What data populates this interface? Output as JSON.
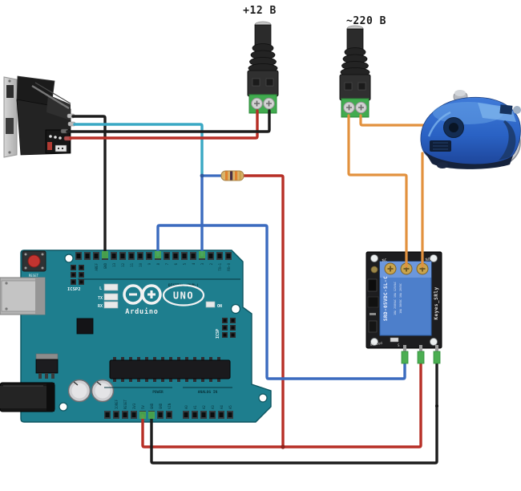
{
  "labels": {
    "supply_12v": "+12 В",
    "supply_220v": "~220 В"
  },
  "arduino": {
    "brand": "Arduino",
    "model": "UNO",
    "reset_label": "RESET",
    "icsp2_label": "ICSP2",
    "led_l": "L",
    "led_tx": "TX",
    "led_rx": "RX",
    "led_on": "ON",
    "icsp_label": "ICSP",
    "digital_caption": "DIGITAL (PWM~)",
    "power_caption": "POWER",
    "analog_caption": "ANALOG IN",
    "digital_left_pins": [
      "AREF",
      "GND",
      "13",
      "12",
      "11",
      "10",
      "9",
      "8"
    ],
    "digital_right_pins": [
      "7",
      "6",
      "5",
      "4",
      "3",
      "2",
      "TX→1",
      "RX←0"
    ],
    "power_pins": [
      "IOREF",
      "RESET",
      "3V3",
      "5V",
      "GND",
      "GND",
      "VIN"
    ],
    "analog_pins": [
      "A0",
      "A1",
      "A2",
      "A3",
      "A4",
      "A5"
    ]
  },
  "relay": {
    "terminal_nc": "NC",
    "terminal_no": "NO",
    "model": "SRD-05VDC-SL-C",
    "rating_1": "10A 250VAC 10A 125VAC",
    "rating_2": "10A 30VDC 10A 28VDC",
    "board": "Keyes_SRly",
    "on_led": "ON Led",
    "pin_s": "S"
  },
  "components": {
    "coin_acceptor": "coin acceptor with 4-wire harness",
    "dc_jack_12v": "DC barrel-jack screw adapter (+12 В supply)",
    "dc_jack_220v": "DC barrel-jack screw adapter (~220 В mains)",
    "arduino_uno": "Arduino UNO board",
    "relay_module": "Keyes SRly 1-channel 5V relay module",
    "vacuum_cleaner": "blue canister vacuum cleaner (load)",
    "resistor": "pull-up resistor between signal line and 5V rail",
    "resistor_bands": [
      "orange",
      "dark",
      "orange",
      "gold"
    ]
  },
  "wire_colors": {
    "black": "#1c1c1c",
    "red": "#b72f26",
    "blue": "#3a6cc0",
    "light_blue": "#3aa8c4",
    "orange": "#e2913e"
  },
  "wires": [
    {
      "color": "black",
      "from": "coin acceptor",
      "to": "Arduino GND (digital header)"
    },
    {
      "color": "light_blue",
      "from": "coin acceptor signal",
      "to": "resistor junction / Arduino D3"
    },
    {
      "color": "black",
      "from": "coin acceptor",
      "to": "+12 В jack right terminal"
    },
    {
      "color": "red",
      "from": "coin acceptor",
      "to": "+12 В jack left terminal"
    },
    {
      "color": "blue",
      "from": "Arduino D8",
      "to": "relay S pin"
    },
    {
      "color": "red",
      "from": "resistor",
      "to": "red 5V rail"
    },
    {
      "color": "red",
      "from": "Arduino 5V",
      "to": "relay + pin"
    },
    {
      "color": "black",
      "from": "Arduino GND",
      "to": "relay − pin"
    },
    {
      "color": "orange",
      "from": "~220 В jack",
      "to": "relay COM terminal"
    },
    {
      "color": "orange",
      "from": "~220 В jack",
      "to": "vacuum cleaner"
    },
    {
      "color": "orange",
      "from": "vacuum cleaner",
      "to": "relay NO terminal"
    }
  ]
}
